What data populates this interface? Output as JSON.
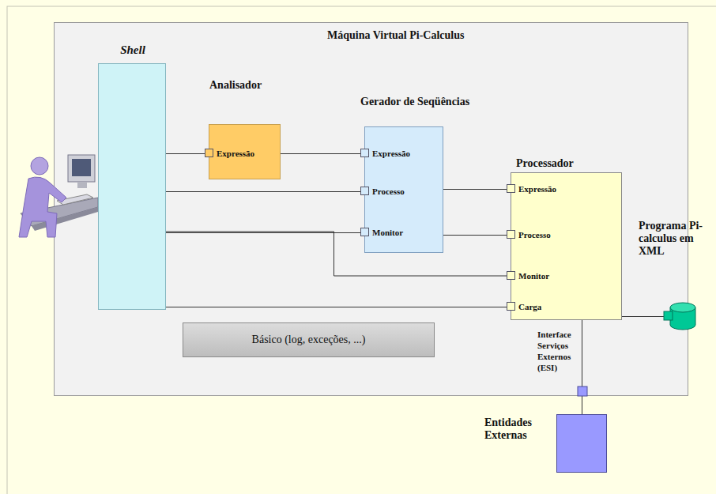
{
  "diagram": {
    "nodes": [
      {
        "text": [
          "Máquina Virtual Pi-Calculus"
        ]
      },
      {
        "text": [
          "Shell"
        ],
        "in": 0
      },
      {
        "text": [
          "Analisador"
        ],
        "in": 0
      },
      {
        "text": [
          "Expressão"
        ],
        "in": 2
      },
      {
        "text": [
          "Gerador de Seqüências"
        ],
        "in": 0
      },
      {
        "text": [
          "Expressão"
        ],
        "in": 4
      },
      {
        "text": [
          "Processo"
        ],
        "in": 4
      },
      {
        "text": [
          "Monitor"
        ],
        "in": 4
      },
      {
        "text": [
          "Processador"
        ],
        "in": 0
      },
      {
        "text": [
          "Expressão"
        ],
        "in": 8
      },
      {
        "text": [
          "Processo"
        ],
        "in": 8
      },
      {
        "text": [
          "Monitor"
        ],
        "in": 8
      },
      {
        "text": [
          "Carga"
        ],
        "in": 8
      },
      {
        "text": [
          "Básico (log, exceções, ...)"
        ],
        "in": 0
      },
      {
        "text": [
          "Entidades Externas"
        ]
      },
      {
        "text": [
          "Programa Pi-calculus em XML"
        ]
      }
    ],
    "edges": [
      {
        "from": 1,
        "to": 3,
        "arrow": "none"
      },
      {
        "from": 2,
        "to": 5,
        "arrow": "none"
      },
      {
        "from": 1,
        "to": 6,
        "arrow": "none"
      },
      {
        "from": 1,
        "to": 7,
        "arrow": "none"
      },
      {
        "from": 1,
        "to": 11,
        "arrow": "none"
      },
      {
        "from": 1,
        "to": 12,
        "arrow": "none"
      },
      {
        "from": 4,
        "to": 9,
        "arrow": "none"
      },
      {
        "from": 4,
        "to": 10,
        "arrow": "none"
      },
      {
        "from": 8,
        "to": 15,
        "arrow": "none"
      },
      {
        "from": 8,
        "to": 14,
        "arrow": "none"
      }
    ],
    "labels": [
      "Interface Serviços Externos (ESI)"
    ]
  }
}
